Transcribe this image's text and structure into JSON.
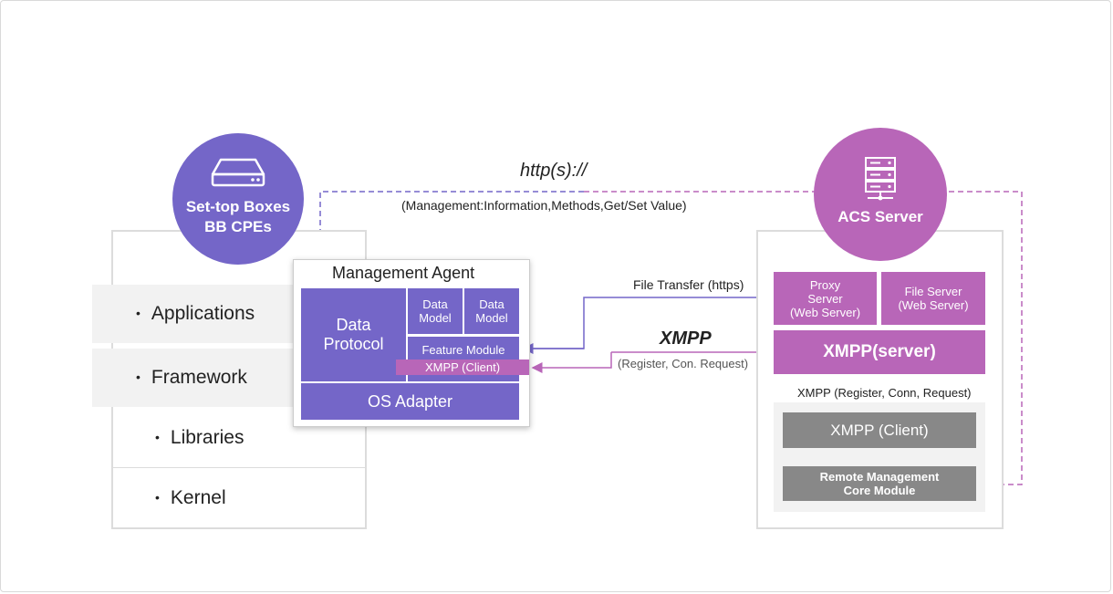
{
  "colors": {
    "purple": "#7466c8",
    "magenta": "#b866b8",
    "gray": "#888888",
    "panel_border": "#dcdcdc"
  },
  "device": {
    "icon": "set-top-box-icon",
    "title_line1": "Set-top Boxes",
    "title_line2": "BB CPEs"
  },
  "stack": {
    "items": [
      "Applications",
      "Framework",
      "Libraries",
      "Kernel"
    ],
    "bullet": "•"
  },
  "agent": {
    "title": "Management Agent",
    "data_protocol_line1": "Data",
    "data_protocol_line2": "Protocol",
    "data_model_1_line1": "Data",
    "data_model_1_line2": "Model",
    "data_model_2_line1": "Data",
    "data_model_2_line2": "Model",
    "feature_module": "Feature Module",
    "xmpp_client": "XMPP (Client)",
    "os_adapter": "OS Adapter"
  },
  "acs": {
    "icon": "server-rack-icon",
    "title": "ACS Server",
    "proxy_line1": "Proxy",
    "proxy_line2": "Server",
    "proxy_line3": "(Web Server)",
    "file_server_line1": "File Server",
    "file_server_line2": "(Web Server)",
    "xmpp_server": "XMPP(server)",
    "xmpp_client": "XMPP (Client)",
    "rm_line1": "Remote Management",
    "rm_line2": "Core Module"
  },
  "connections": {
    "http_label": "http(s)://",
    "http_desc": "(Management:Information,Methods,Get/Set Value)",
    "file_transfer": "File Transfer (https)",
    "xmpp_label": "XMPP",
    "xmpp_desc": "(Register, Con. Request)",
    "xmpp_internal": "XMPP (Register, Conn, Request)"
  }
}
